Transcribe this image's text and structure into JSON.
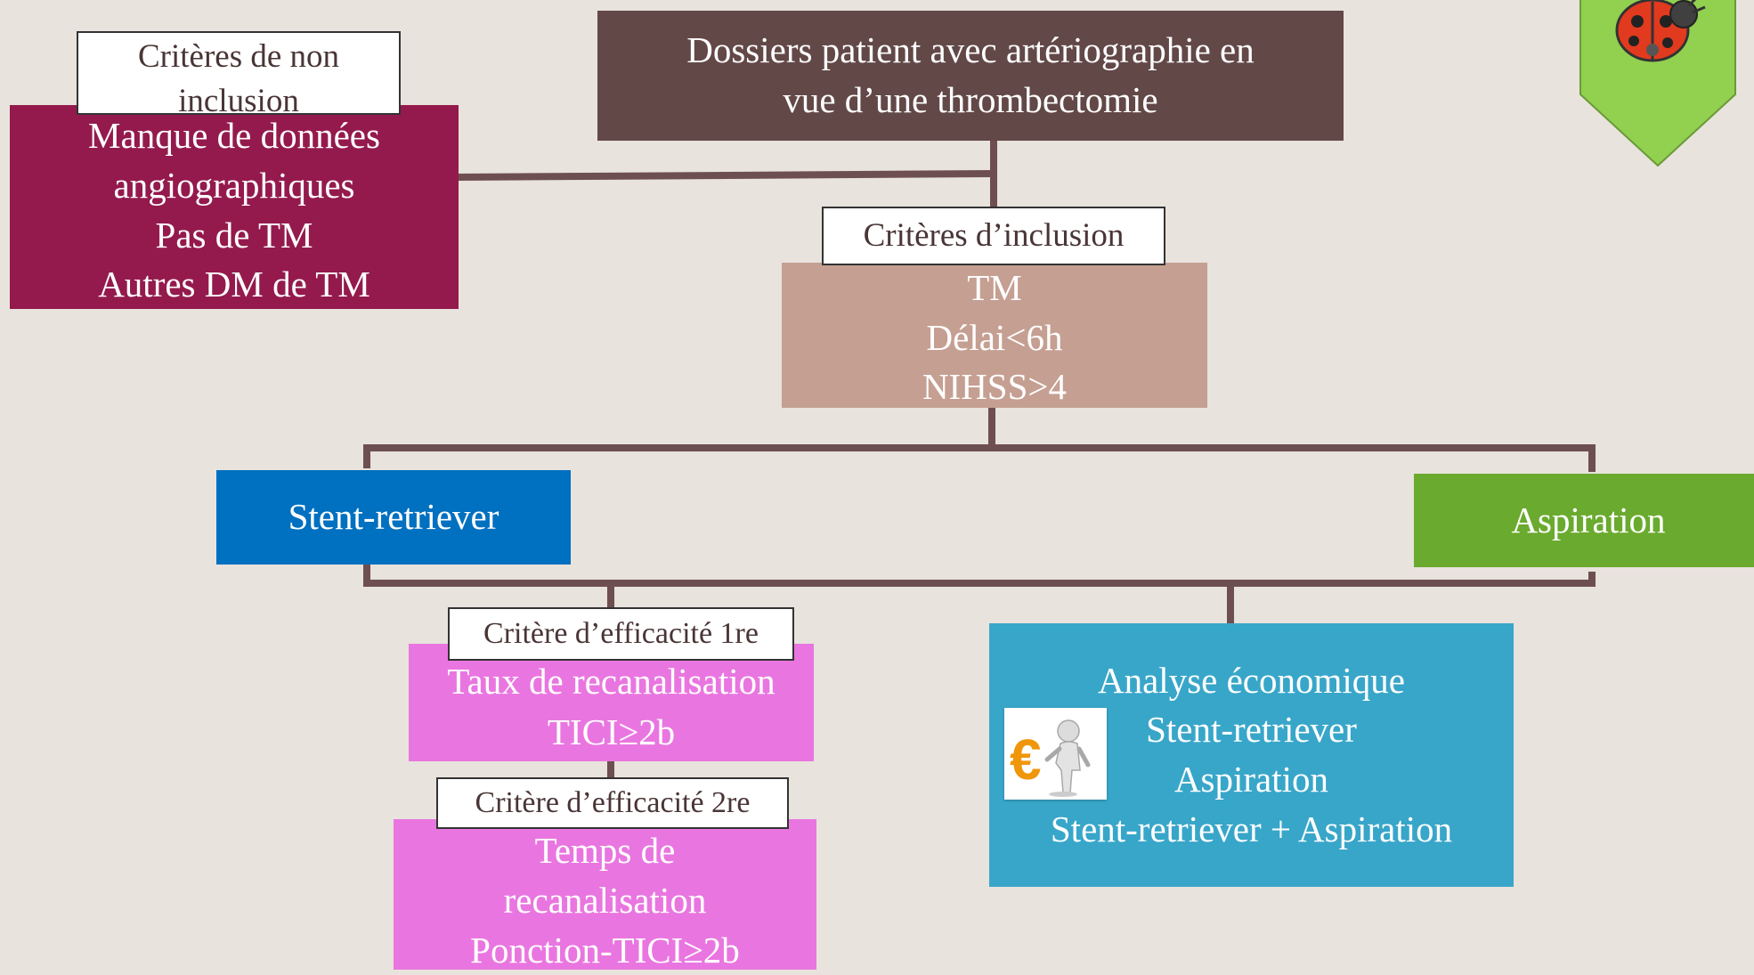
{
  "colors": {
    "background": "#e8e3dc",
    "connector": "#6e4f50",
    "top_box": "#634848",
    "exclusion_box": "#941a4d",
    "inclusion_box": "#c59f92",
    "stent_box": "#0070c0",
    "aspiration_box": "#6aaa2e",
    "efficacy_box": "#e976e0",
    "economic_box": "#38a6c9",
    "bookmark": "#92d050"
  },
  "top_box": {
    "lines": [
      "Dossiers patient avec artériographie en",
      "vue d’une thrombectomie"
    ]
  },
  "exclusion": {
    "tag_lines": [
      "Critères de non",
      "inclusion"
    ],
    "lines": [
      "Manque de données",
      "angiographiques",
      "Pas de TM",
      "Autres DM de TM"
    ]
  },
  "inclusion": {
    "tag": "Critères d’inclusion",
    "lines": [
      "TM",
      "Délai<6h",
      "NIHSS>4"
    ]
  },
  "stent": {
    "label": "Stent-retriever"
  },
  "aspiration": {
    "label": "Aspiration"
  },
  "efficacy_primary": {
    "tag": "Critère d’efficacité 1re",
    "lines": [
      "Taux de recanalisation",
      "TICI≥2b"
    ]
  },
  "efficacy_secondary": {
    "tag": "Critère d’efficacité 2re",
    "lines": [
      "Temps de",
      "recanalisation",
      "Ponction-TICI≥2b"
    ]
  },
  "economic": {
    "lines": [
      "Analyse économique",
      "Stent-retriever",
      "Aspiration",
      "Stent-retriever + Aspiration"
    ],
    "icon": "euro-figure-icon"
  },
  "corner_icon": "ladybug-icon"
}
